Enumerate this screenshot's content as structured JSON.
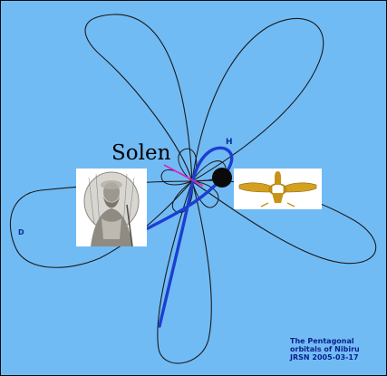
{
  "labels": {
    "solen": "Solen",
    "h": "H",
    "d": "D"
  },
  "caption": {
    "line1": "The  Pentagonal",
    "line2": "orbitals of Nibiru",
    "line3": "JRSN 2005-03-17"
  },
  "colors": {
    "background": "#71bbf5",
    "petal_stroke": "#1a1a1a",
    "orbit_blue": "#1c3fd0",
    "pink_line": "#e020c8",
    "planet": "#0a0a0a"
  },
  "images": {
    "left": "engraved-portrait-of-bearded-figure",
    "right": "golden-faravahar-winged-emblem"
  }
}
